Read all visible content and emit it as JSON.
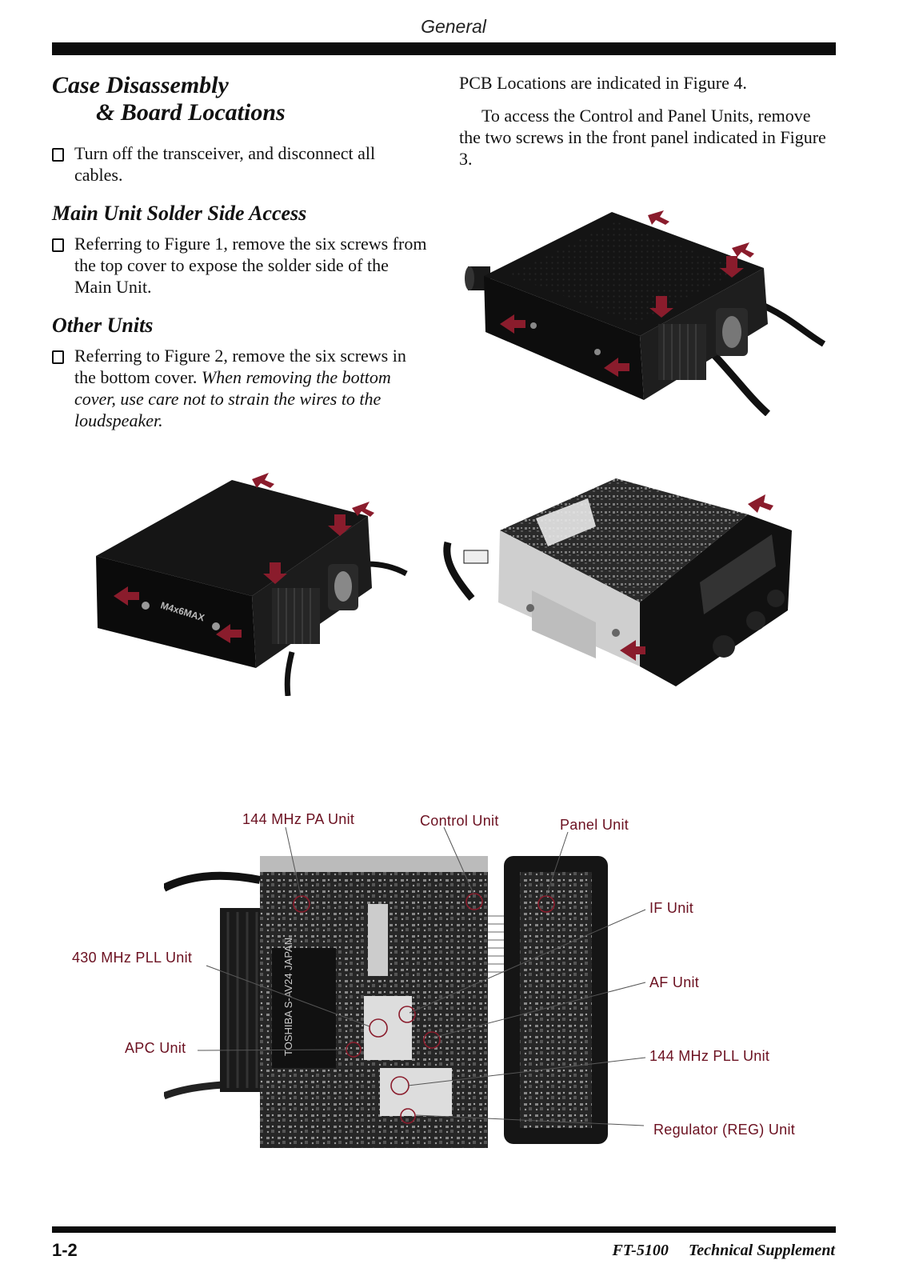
{
  "header": {
    "title": "General"
  },
  "left_column": {
    "heading_line1": "Case Disassembly",
    "heading_line2": "& Board Locations",
    "step1": "Turn off the transceiver, and disconnect all cables.",
    "section1_heading": "Main Unit Solder Side Access",
    "step2": "Referring to Figure 1, remove the six screws from the top cover to expose the solder side of the Main Unit.",
    "section2_heading": "Other Units",
    "step3_normal": "Referring to Figure 2, remove the six screws in the bottom cover. ",
    "step3_italic": "When removing the bottom cover, use care not to strain the wires to the loudspeaker."
  },
  "right_column": {
    "para1": "PCB Locations are indicated in Figure 4.",
    "para2": "To access the Control and Panel Units, remove the two screws in the front panel indicated in Figure 3."
  },
  "figure2": {
    "case_marking": "M4x6MAX"
  },
  "figure4": {
    "labels": {
      "pa144": "144 MHz PA Unit",
      "control": "Control Unit",
      "panel": "Panel Unit",
      "if_unit": "IF Unit",
      "pll430": "430 MHz PLL Unit",
      "af_unit": "AF Unit",
      "apc": "APC Unit",
      "pll144": "144 MHz PLL Unit",
      "reg": "Regulator (REG) Unit"
    },
    "transformer_marking": "TOSHIBA S-AV24 JAPAN"
  },
  "footer": {
    "page_number": "1-2",
    "model": "FT-5100",
    "doc_title": "Technical Supplement"
  },
  "colors": {
    "arrow": "#8a1c2c",
    "label": "#6b1020"
  }
}
